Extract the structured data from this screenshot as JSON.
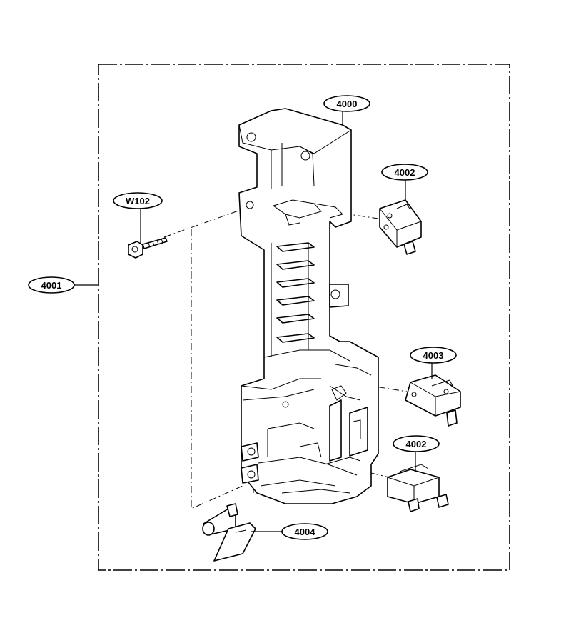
{
  "labels": {
    "frame_assembly": "4001",
    "bracket": "4000",
    "screw": "W102",
    "switch_upper": "4002",
    "switch_middle": "4003",
    "switch_lower": "4002",
    "lever": "4004"
  }
}
